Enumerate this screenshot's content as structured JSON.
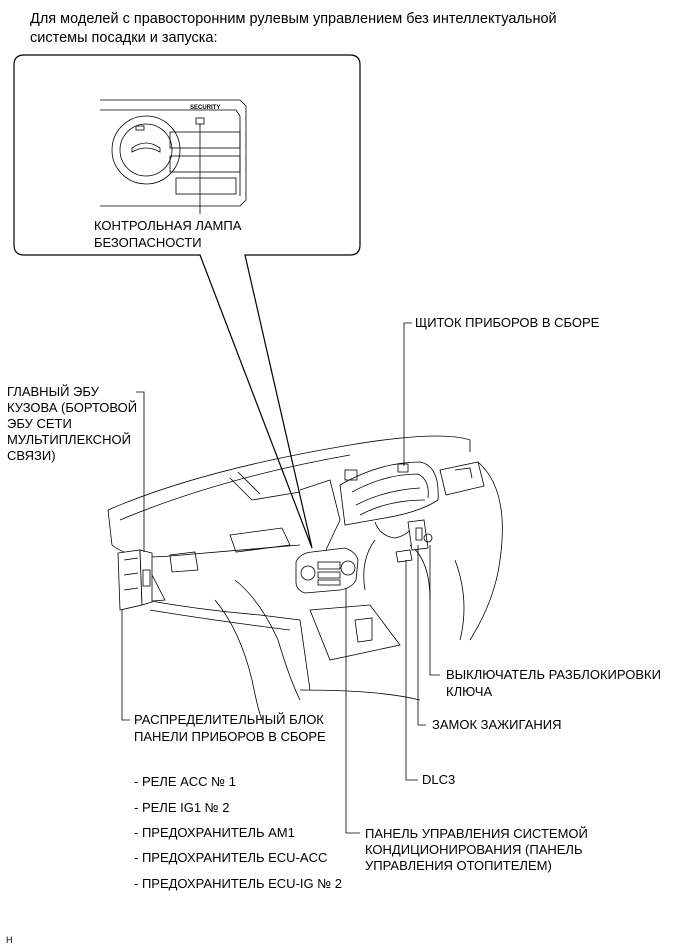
{
  "heading": {
    "line1": "Для моделей с правосторонним рулевым управлением без интеллектуальной",
    "line2": "системы посадки и запуска:"
  },
  "inset": {
    "security_badge": "SECURITY",
    "label_line1": "КОНТРОЛЬНАЯ ЛАМПА",
    "label_line2": "БЕЗОПАСНОСТИ"
  },
  "callouts": {
    "instrument_cluster": "ЩИТОК ПРИБОРОВ В СБОРЕ",
    "main_body_ecu": [
      "ГЛАВНЫЙ ЭБУ",
      "КУЗОВА (БОРТОВОЙ",
      "ЭБУ СЕТИ",
      "МУЛЬТИПЛЕКСНОЙ",
      "СВЯЗИ)"
    ],
    "unlock_switch": [
      "ВЫКЛЮЧАТЕЛЬ РАЗБЛОКИРОВКИ",
      "КЛЮЧА"
    ],
    "ignition_lock": "ЗАМОК ЗАЖИГАНИЯ",
    "junction_block": [
      "РАСПРЕДЕЛИТЕЛЬНЫЙ БЛОК",
      "ПАНЕЛИ ПРИБОРОВ В СБОРЕ"
    ],
    "dlc3": "DLC3",
    "ac_panel": [
      "ПАНЕЛЬ УПРАВЛЕНИЯ СИСТЕМОЙ",
      "КОНДИЦИОНИРОВАНИЯ (ПАНЕЛЬ",
      "УПРАВЛЕНИЯ ОТОПИТЕЛЕМ)"
    ]
  },
  "junction_block_items": [
    "- РЕЛЕ ACC № 1",
    "- РЕЛЕ IG1 № 2",
    "- ПРЕДОХРАНИТЕЛЬ AM1",
    "- ПРЕДОХРАНИТЕЛЬ ECU-ACC",
    "- ПРЕДОХРАНИТЕЛЬ ECU-IG № 2"
  ],
  "footer_code": "H"
}
